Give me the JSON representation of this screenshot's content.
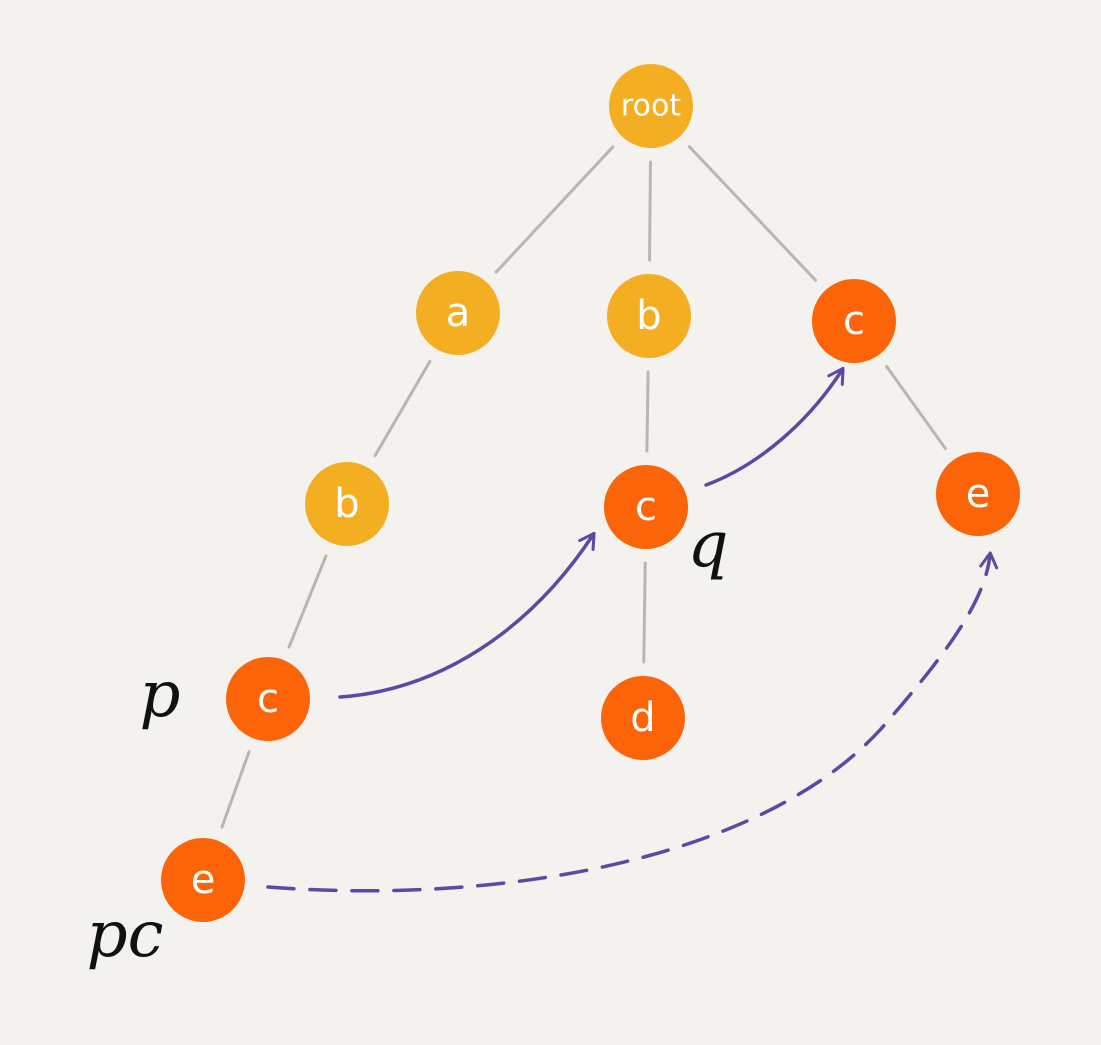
{
  "colors": {
    "background": "#f4f2ee",
    "node_yellow": "#f4ae22",
    "node_orange": "#fb6408",
    "edge": "#b8b6b2",
    "arrow": "#5b4aa4",
    "annotation": "#111111"
  },
  "nodes": [
    {
      "id": "root",
      "label": "root",
      "color": "yellow"
    },
    {
      "id": "a",
      "label": "a",
      "color": "yellow"
    },
    {
      "id": "b1",
      "label": "b",
      "color": "yellow"
    },
    {
      "id": "c1",
      "label": "c",
      "color": "orange"
    },
    {
      "id": "b2",
      "label": "b",
      "color": "yellow"
    },
    {
      "id": "c2",
      "label": "c",
      "color": "orange"
    },
    {
      "id": "e1",
      "label": "e",
      "color": "orange"
    },
    {
      "id": "c3",
      "label": "c",
      "color": "orange"
    },
    {
      "id": "d",
      "label": "d",
      "color": "orange"
    },
    {
      "id": "e2",
      "label": "e",
      "color": "orange"
    }
  ],
  "edges": [
    [
      "root",
      "a"
    ],
    [
      "root",
      "b2"
    ],
    [
      "root",
      "c3"
    ],
    [
      "a",
      "b1"
    ],
    [
      "b1",
      "c1"
    ],
    [
      "c1",
      "e1"
    ],
    [
      "b2",
      "c2"
    ],
    [
      "c2",
      "d"
    ],
    [
      "c3",
      "e2"
    ]
  ],
  "links": [
    {
      "from": "c1",
      "to": "c2",
      "style": "solid"
    },
    {
      "from": "c2",
      "to": "c3",
      "style": "solid"
    },
    {
      "from": "e1",
      "to": "e2",
      "style": "dashed"
    }
  ],
  "annotations": {
    "p": "p",
    "q": "q",
    "pc": "pc"
  }
}
